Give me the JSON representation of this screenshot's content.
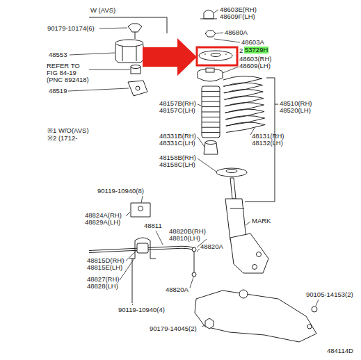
{
  "diagram": {
    "labels": [
      "W (AVS)",
      "48603E(RH)",
      "48609F(LH)",
      "90179-10174(6)",
      "48680A",
      "48553",
      "48603A",
      "2",
      "53729H",
      "REFER TO",
      "FIG 84-19",
      "(PNC 892418)",
      "48603(RH)",
      "48609(LH)",
      "48519",
      "48157B(RH)",
      "48157C(LH)",
      "48510(RH)",
      "48520(LH)",
      "※1 W/O(AVS)",
      "※2 (1712-",
      "48331B(RH)",
      "48331C(LH)",
      "48131(RH)",
      "48132(LH)",
      "48158B(RH)",
      "48158C(LH)",
      "90119-10940(8)",
      "48824A(RH)",
      "48829A(LH)",
      "48811",
      "MARK",
      "48820B(RH)",
      "48810(LH)",
      "48820A",
      "48815D(RH)",
      "48815E(LH)",
      "48827(RH)",
      "48828(LH)",
      "48820A",
      "90105-14153(2)",
      "90119-10940(4)",
      "90179-14045(2)",
      "484114D"
    ]
  }
}
